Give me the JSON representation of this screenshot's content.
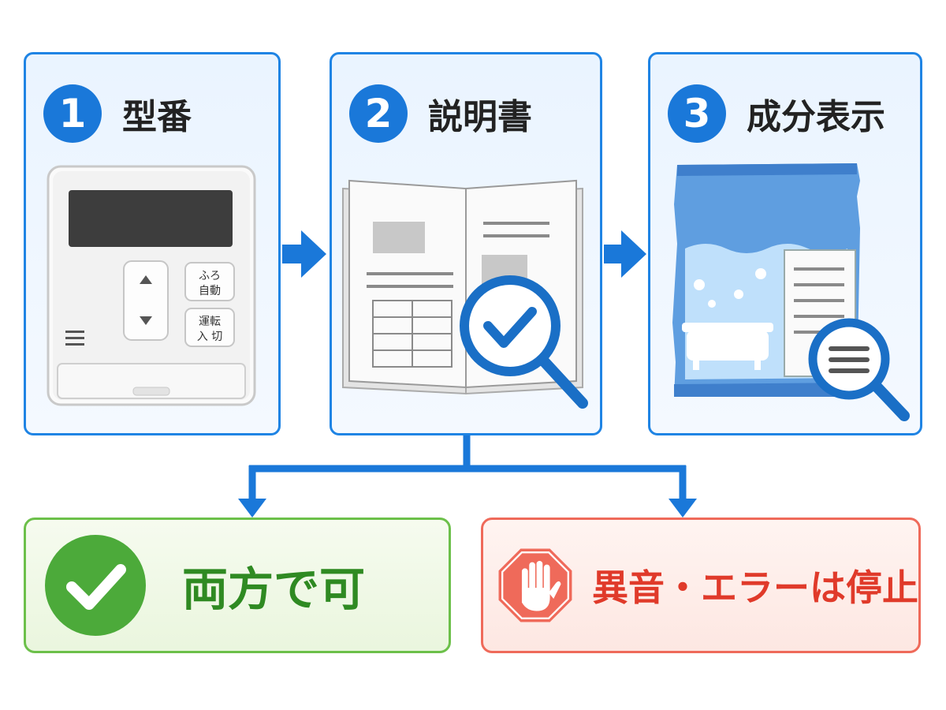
{
  "steps": [
    {
      "number": "1",
      "title": "型番"
    },
    {
      "number": "2",
      "title": "説明書"
    },
    {
      "number": "3",
      "title": "成分表示"
    }
  ],
  "remote": {
    "button_top": "ふろ",
    "button_top_2": "自動",
    "button_bottom": "運転",
    "button_bottom_2": "入 切"
  },
  "results": {
    "ok": "両方で可",
    "stop": "異音・エラーは停止"
  },
  "colors": {
    "blue": "#1a78d9",
    "green": "#4caa3a",
    "red": "#ef6a5a"
  },
  "icons": [
    "remote-controller-icon",
    "manual-book-icon",
    "magnifier-check-icon",
    "bath-salt-package-icon",
    "magnifier-lines-icon",
    "check-circle-icon",
    "stop-hand-icon"
  ]
}
